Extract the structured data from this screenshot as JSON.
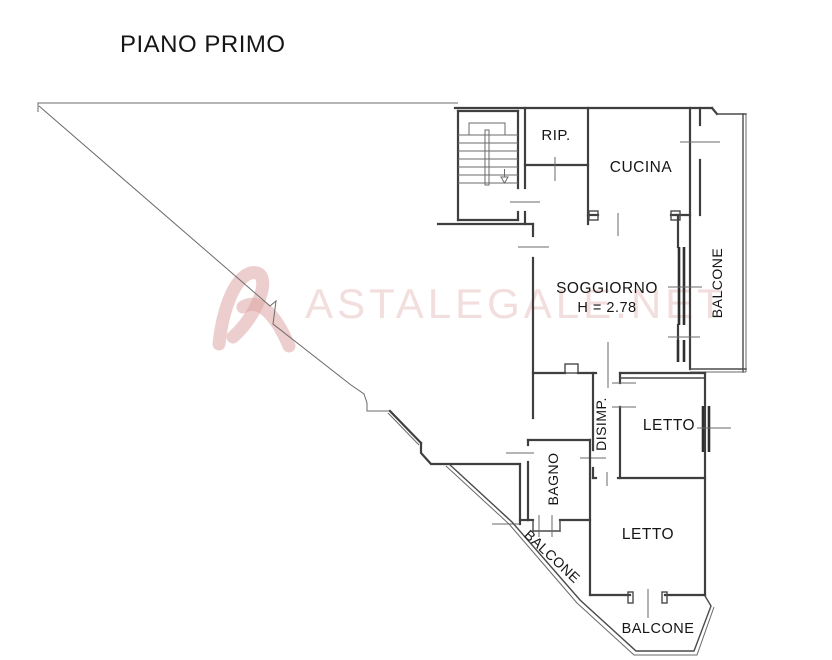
{
  "title": "PIANO PRIMO",
  "watermark": {
    "text": "ASTALEGALE.NET",
    "logo_icon": "astalegale-logo",
    "text_color": "#f3dede",
    "logo_color": "#dfa6a6"
  },
  "floor_plan": {
    "floor_height_note": "H = 2.78",
    "colors": {
      "wall": "#3f3f3f",
      "thin_line": "#6a6a6a",
      "text": "#161616",
      "background": "#ffffff"
    },
    "rooms": [
      {
        "id": "rip",
        "label": "RIP."
      },
      {
        "id": "cucina",
        "label": "CUCINA"
      },
      {
        "id": "soggiorno",
        "label": "SOGGIORNO",
        "height_note": "H = 2.78"
      },
      {
        "id": "balcone-right",
        "label": "BALCONE"
      },
      {
        "id": "disimp",
        "label": "DISIMP."
      },
      {
        "id": "letto-upper",
        "label": "LETTO"
      },
      {
        "id": "bagno",
        "label": "BAGNO"
      },
      {
        "id": "letto-lower",
        "label": "LETTO"
      },
      {
        "id": "balcone-diagonal",
        "label": "BALCONE"
      },
      {
        "id": "balcone-bottom",
        "label": "BALCONE"
      }
    ]
  }
}
